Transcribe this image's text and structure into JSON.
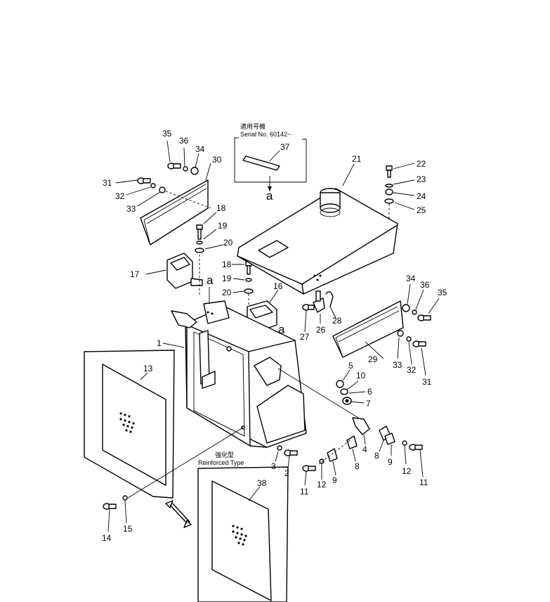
{
  "callouts": {
    "c1": "1",
    "c2": "2",
    "c3": "3",
    "c4": "4",
    "c5": "5",
    "c6": "6",
    "c7": "7",
    "c8a": "8",
    "c8b": "8",
    "c9a": "9",
    "c9b": "9",
    "c10": "10",
    "c11a": "11",
    "c11b": "11",
    "c12a": "12",
    "c12b": "12",
    "c13": "13",
    "c14": "14",
    "c15": "15",
    "c16": "16",
    "c17": "17",
    "c18a": "18",
    "c18b": "18",
    "c19a": "19",
    "c19b": "19",
    "c20a": "20",
    "c20b": "20",
    "c21": "21",
    "c22": "22",
    "c23": "23",
    "c24": "24",
    "c25": "25",
    "c26": "26",
    "c27": "27",
    "c28": "28",
    "c29": "29",
    "c30": "30",
    "c31a": "31",
    "c31b": "31",
    "c32a": "32",
    "c32b": "32",
    "c33a": "33",
    "c33b": "33",
    "c34a": "34",
    "c34b": "34",
    "c35a": "35",
    "c35b": "35",
    "c36a": "36",
    "c36b": "36",
    "c37": "37",
    "c38": "38"
  },
  "ref_marks": {
    "a1": "a",
    "a2": "a",
    "a3": "a"
  },
  "serial_box": {
    "jp": "適用号機",
    "serial": "Serial No. 60142~"
  },
  "reinforced": {
    "jp": "強化型",
    "en": "Reinforced Type"
  }
}
